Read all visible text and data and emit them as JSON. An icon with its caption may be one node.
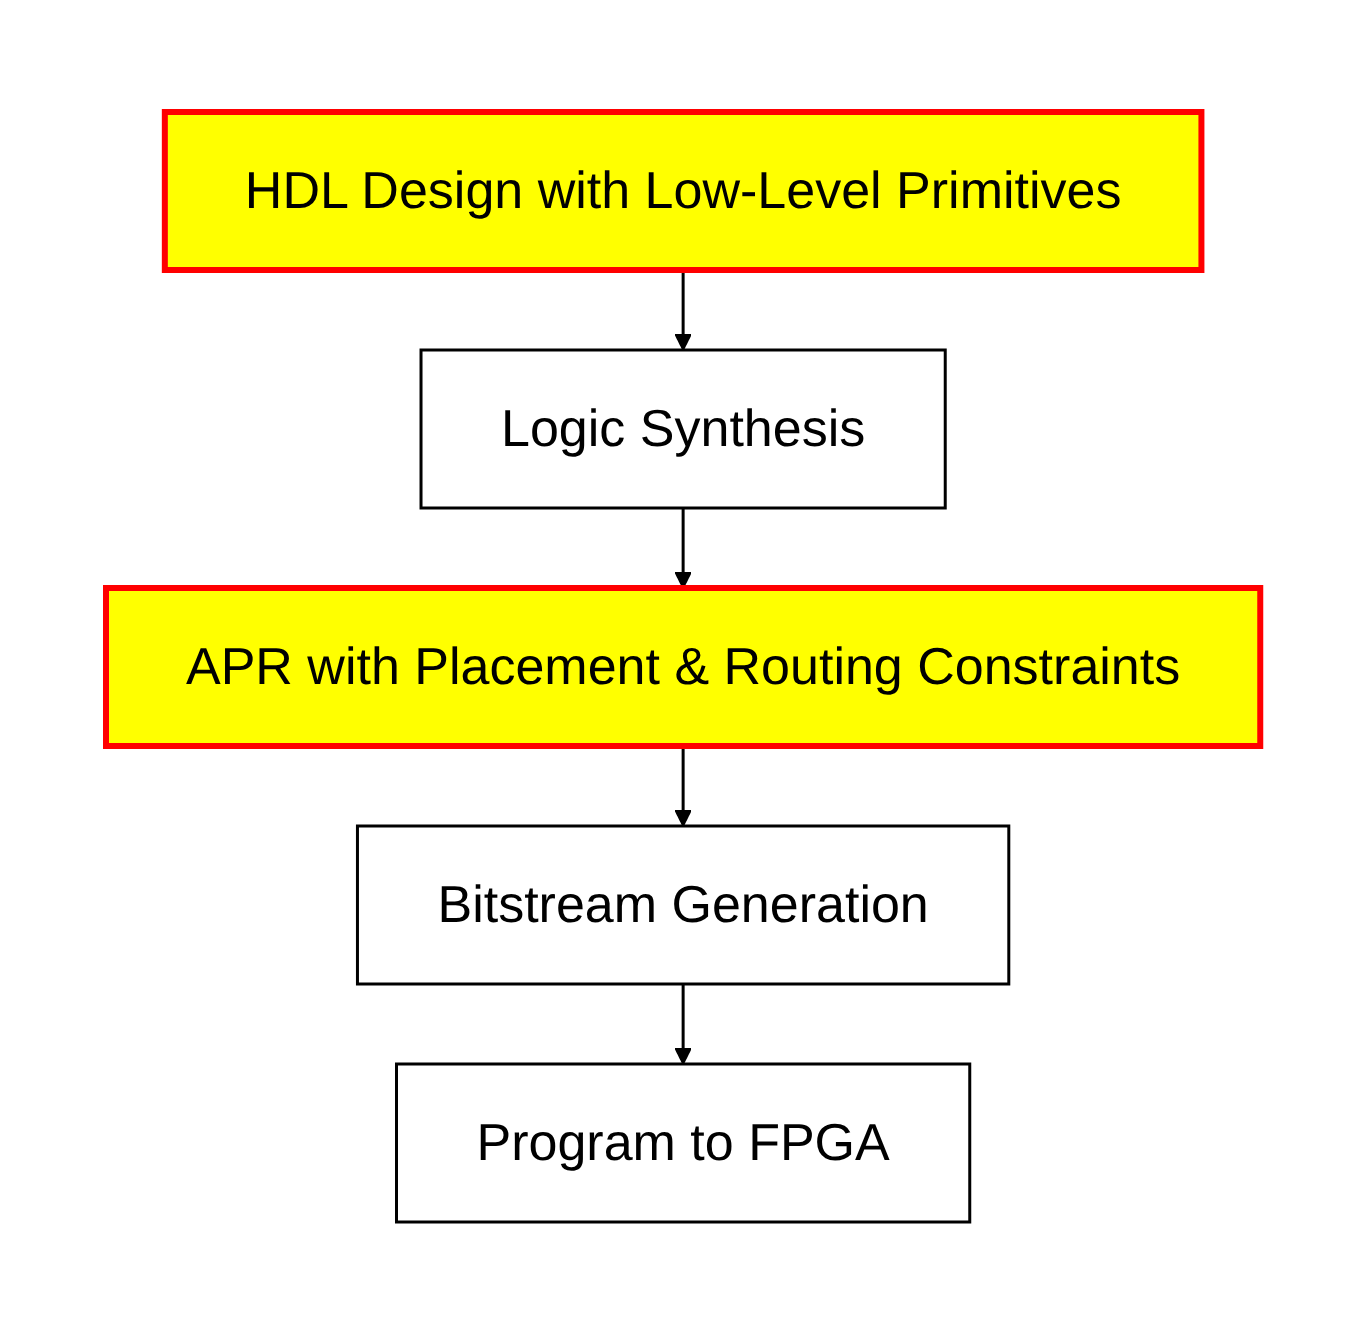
{
  "diagram": {
    "nodes": [
      {
        "text": [
          "HDL Design with Low-Level Primitives"
        ]
      },
      {
        "text": [
          "Logic Synthesis"
        ]
      },
      {
        "text": [
          "APR with Placement & Routing Constraints"
        ]
      },
      {
        "text": [
          "Bitstream Generation"
        ]
      },
      {
        "text": [
          "Program to FPGA"
        ]
      }
    ],
    "edges": [
      {
        "from": 0,
        "to": 1,
        "arrow": "to"
      },
      {
        "from": 1,
        "to": 2,
        "arrow": "to"
      },
      {
        "from": 2,
        "to": 3,
        "arrow": "to"
      },
      {
        "from": 3,
        "to": 4,
        "arrow": "to"
      }
    ]
  }
}
